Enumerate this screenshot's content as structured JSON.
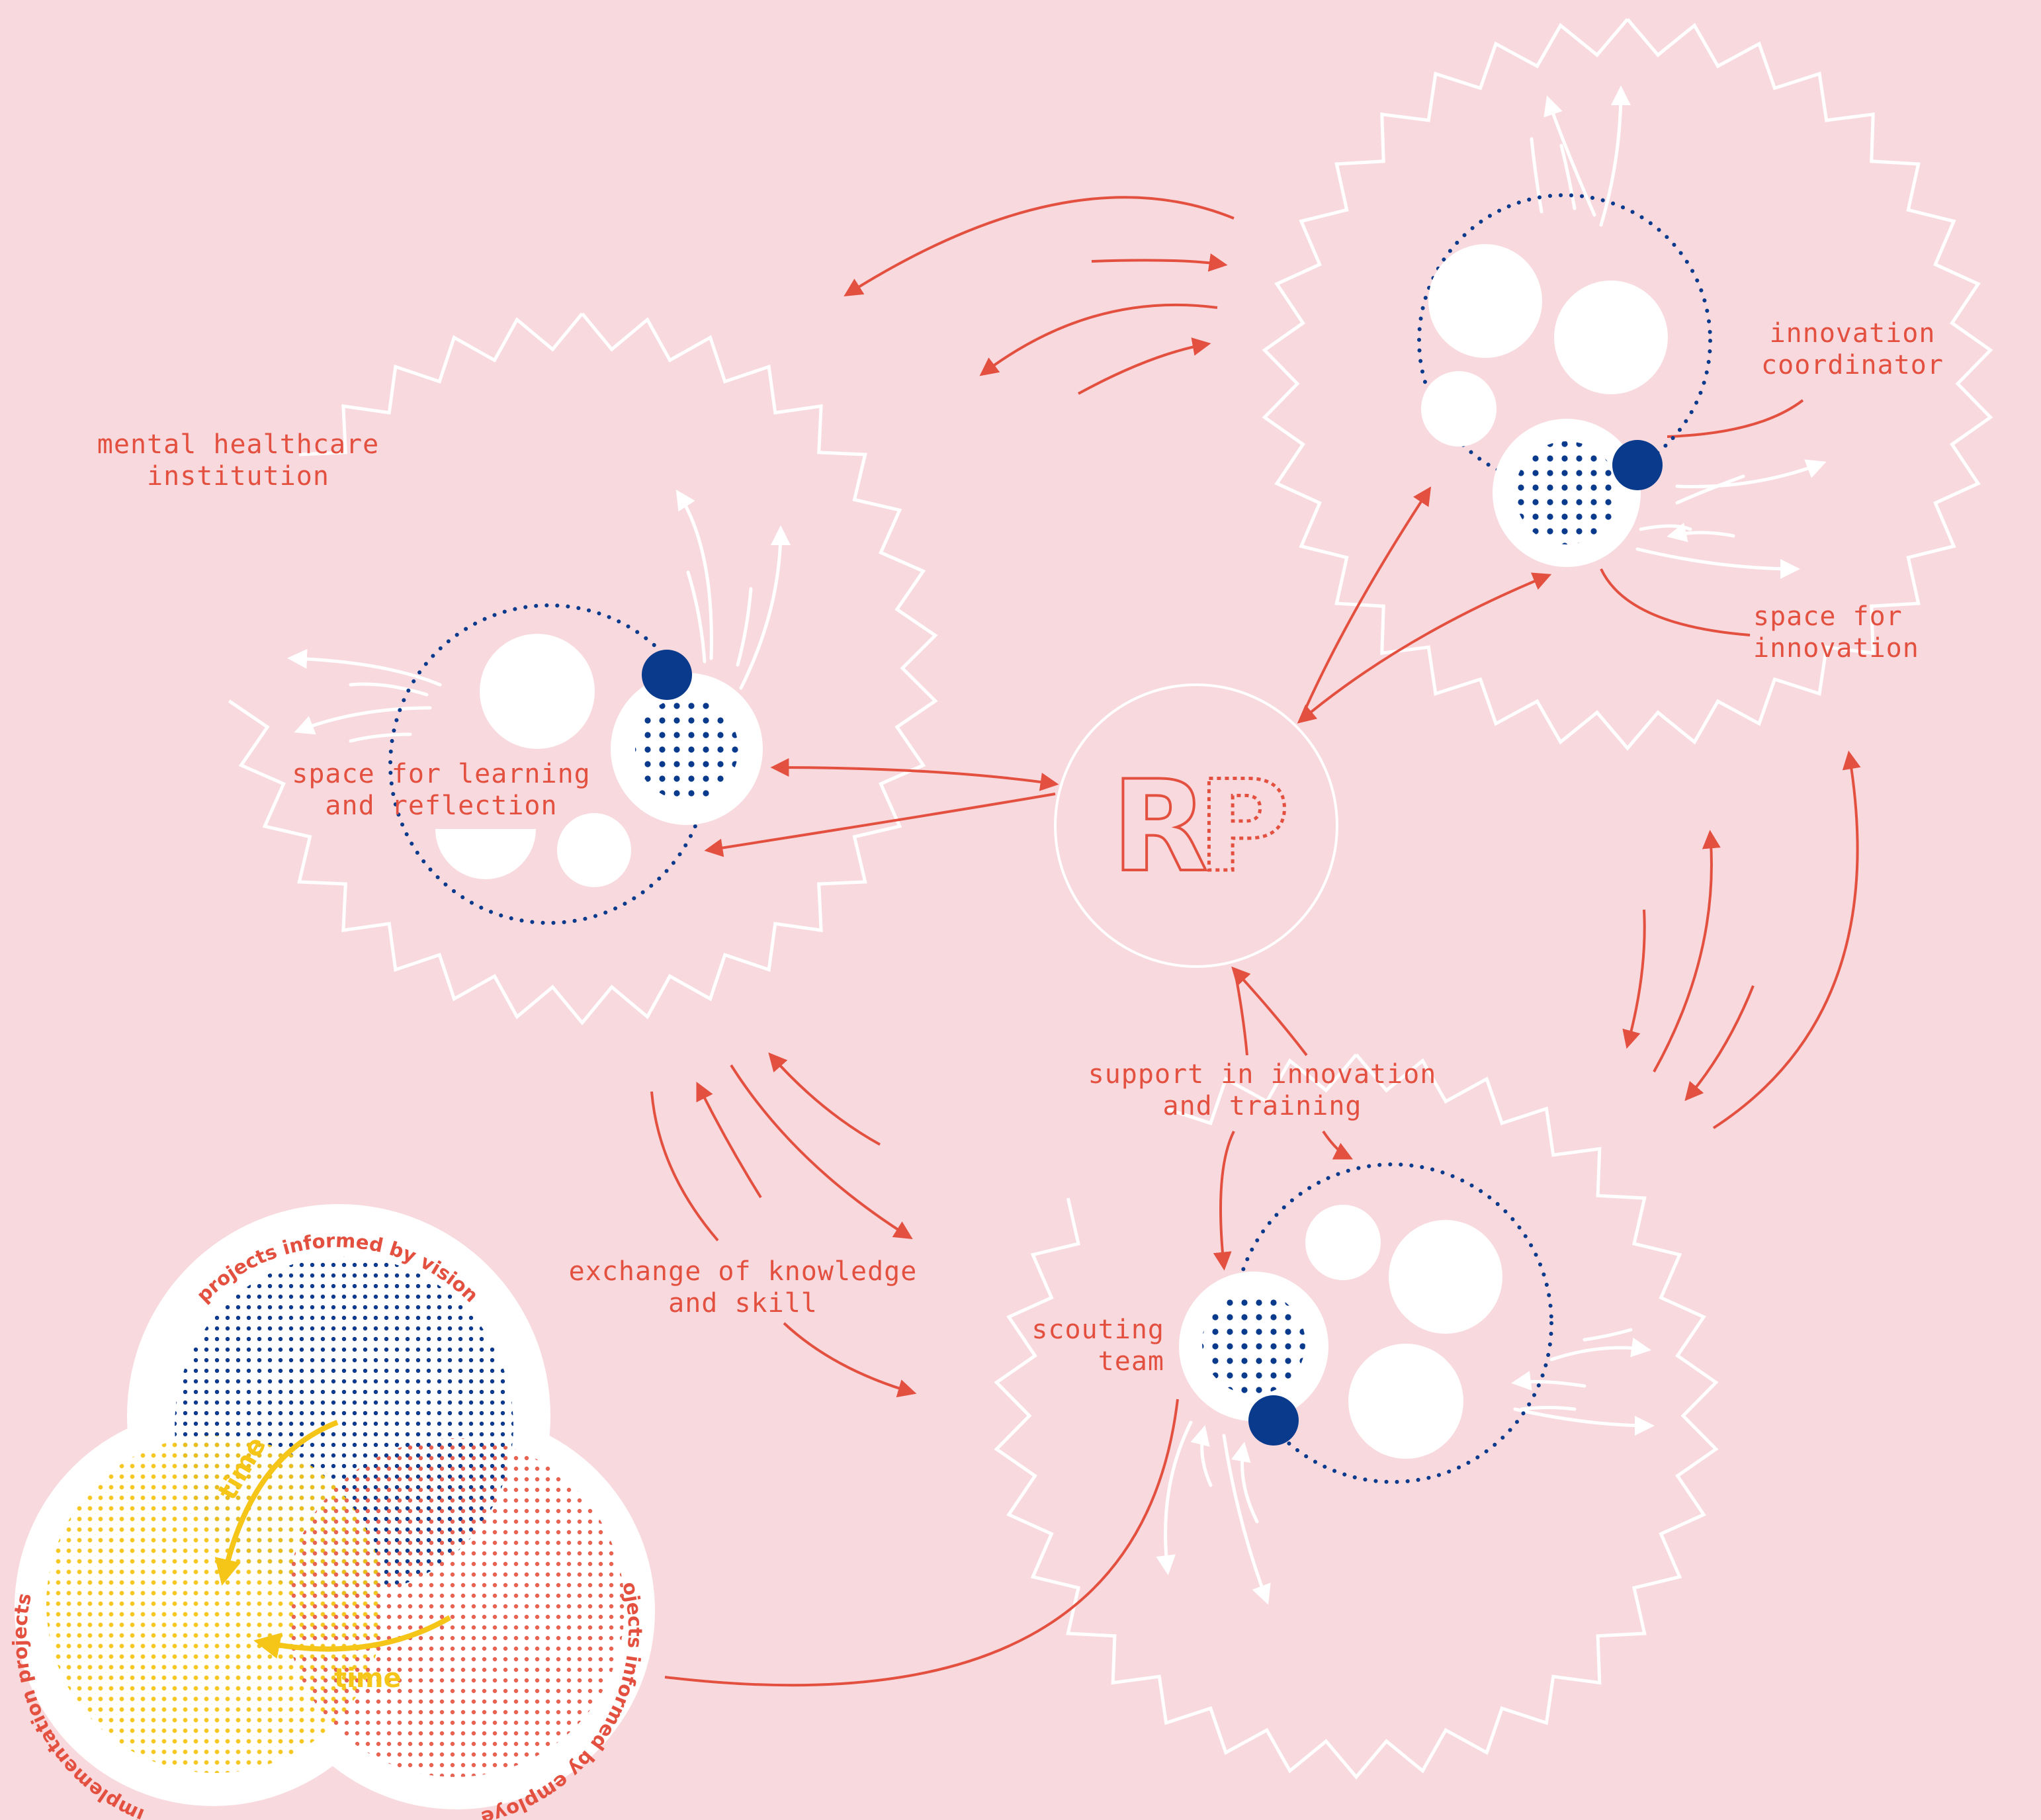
{
  "labels": {
    "mental_healthcare_1": "mental healthcare",
    "mental_healthcare_2": "institution",
    "learning_1": "space for learning",
    "learning_2": "and reflection",
    "innovation_coord_1": "innovation",
    "innovation_coord_2": "coordinator",
    "space_innovation_1": "space for",
    "space_innovation_2": "innovation",
    "support_1": "support in innovation",
    "support_2": "and training",
    "exchange_1": "exchange of knowledge",
    "exchange_2": "and skill",
    "scouting_1": "scouting",
    "scouting_2": "team"
  },
  "logo": {
    "r": "R",
    "p": "P"
  },
  "venn": {
    "vision": "projects informed by vision",
    "employees": "projects informed by employees",
    "implementation": "implementation projects",
    "time_1": "time",
    "time_2": "time"
  },
  "colors": {
    "background": "#f8d9de",
    "red": "#e3503f",
    "navy": "#0a3a8c",
    "yellow": "#f5c518",
    "white": "#ffffff"
  }
}
